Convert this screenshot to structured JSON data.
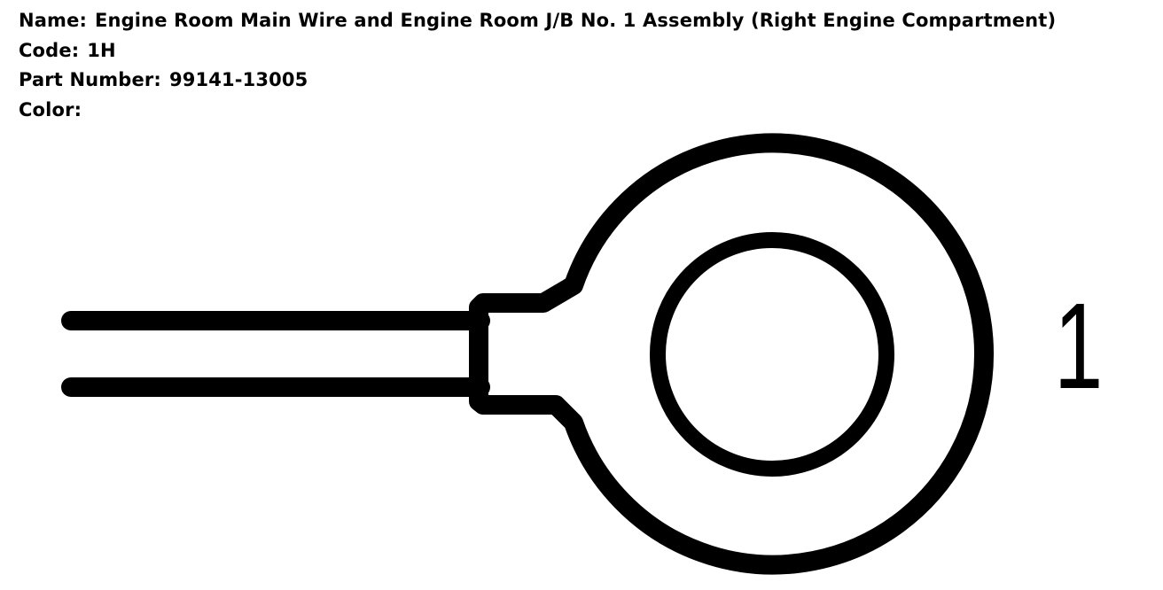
{
  "connector": {
    "name_label": "Name:",
    "name_value": "Engine Room Main Wire and Engine Room J/B No. 1 Assembly (Right Engine Compartment)",
    "code_label": "Code:",
    "code_value": "1H",
    "part_number_label": "Part Number:",
    "part_number_value": "99141-13005",
    "color_label": "Color:",
    "color_value": ""
  },
  "terminal": {
    "type": "ring-terminal",
    "pin_number": "1",
    "line_color": "#000000"
  }
}
